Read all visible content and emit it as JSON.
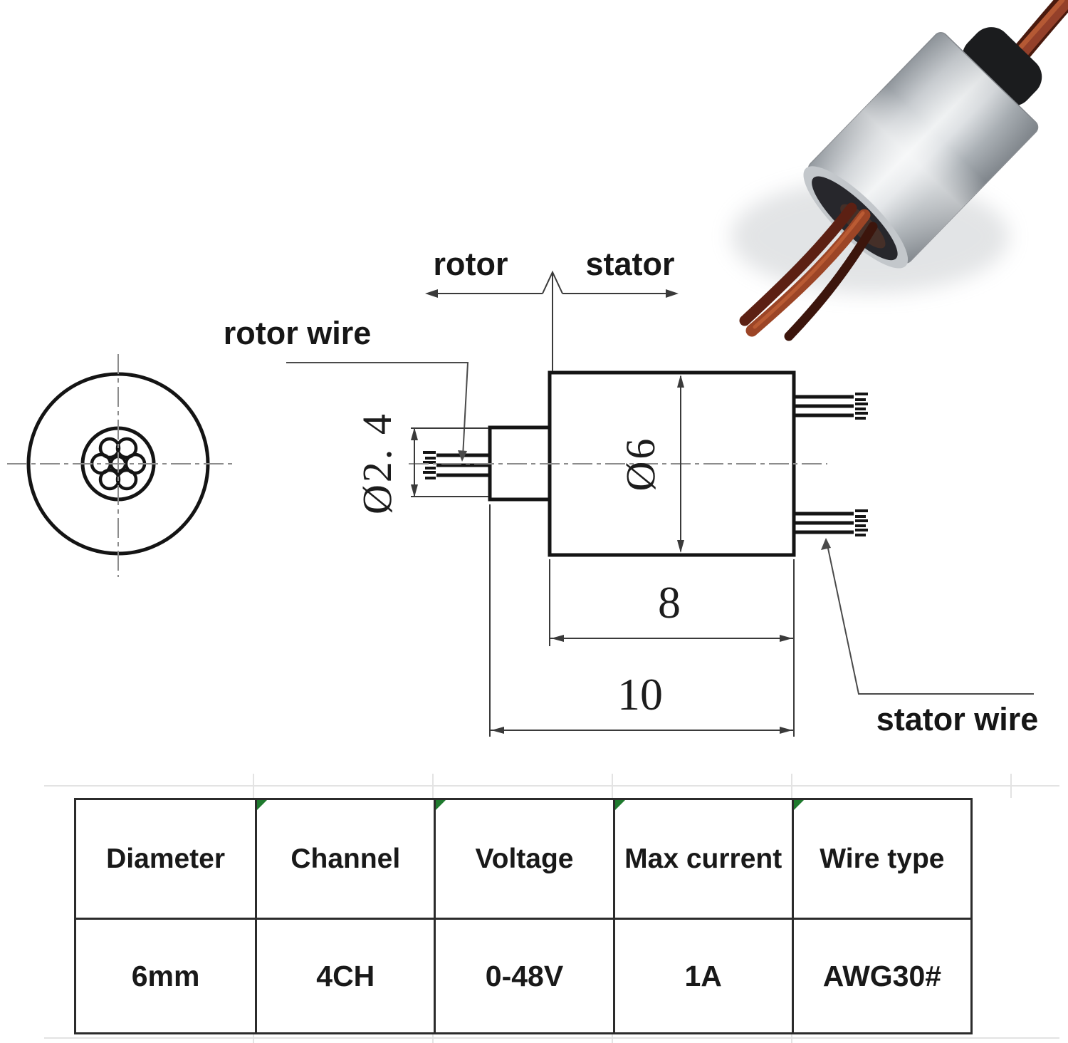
{
  "diagram": {
    "top_labels": {
      "rotor": "rotor",
      "stator": "stator"
    },
    "callouts": {
      "rotor_wire": "rotor wire",
      "stator_wire": "stator wire"
    },
    "dimensions": {
      "shaft_diameter": "Ø2. 4",
      "body_diameter": "Ø6",
      "body_length": "8",
      "overall_length": "10"
    }
  },
  "spec_table": {
    "headers": [
      "Diameter",
      "Channel",
      "Voltage",
      "Max current",
      "Wire type"
    ],
    "values": [
      "6mm",
      "4CH",
      "0-48V",
      "1A",
      "AWG30#"
    ]
  },
  "colors": {
    "drawing_line": "#141414",
    "dimension_line": "#3a3a3a",
    "centerline": "#8c8c8c",
    "table_border": "#2b2b2b",
    "flag_green": "#1f7a2e",
    "metal_light": "#eef0f2",
    "metal_dark": "#7e848a",
    "wire_red_brown": "#9c4526",
    "wire_dark_maroon": "#5c2013"
  }
}
